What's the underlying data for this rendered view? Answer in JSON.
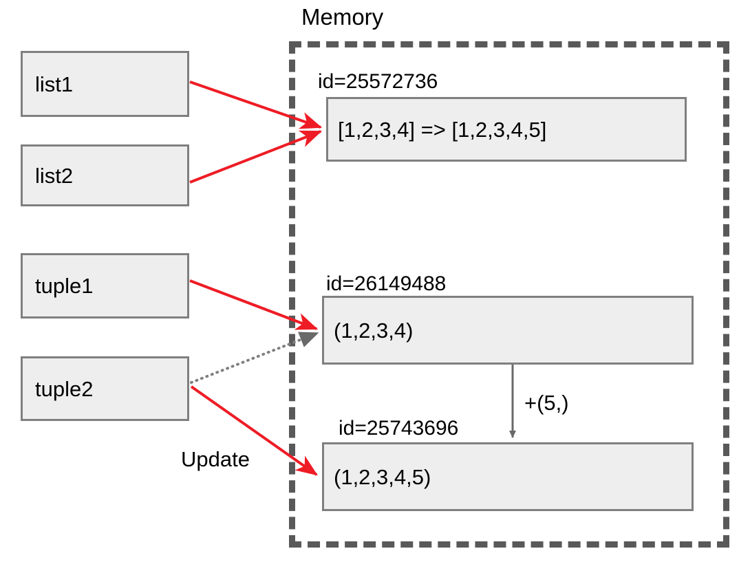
{
  "diagram": {
    "title": "Memory",
    "region_label": "Memory",
    "colors": {
      "reference_arrow": "#ee1c25",
      "derivation_arrow": "#7f7f7f",
      "stale_reference": "#808080",
      "box_fill": "#eeeeee",
      "box_border": "#7f7f7f",
      "region_border": "#595959"
    },
    "variables": [
      {
        "name": "list1",
        "label": "list1"
      },
      {
        "name": "list2",
        "label": "list2"
      },
      {
        "name": "tuple1",
        "label": "tuple1"
      },
      {
        "name": "tuple2",
        "label": "tuple2"
      }
    ],
    "memory_objects": [
      {
        "name": "list-object",
        "id_label": "id=25572736",
        "value": "[1,2,3,4] => [1,2,3,4,5]"
      },
      {
        "name": "tuple-original",
        "id_label": "id=26149488",
        "value": "(1,2,3,4)"
      },
      {
        "name": "tuple-new",
        "id_label": "id=25743696",
        "value": "(1,2,3,4,5)"
      }
    ],
    "annotations": [
      {
        "name": "concat-operation",
        "label": "+(5,)"
      },
      {
        "name": "update-operation",
        "label": "Update"
      }
    ]
  }
}
